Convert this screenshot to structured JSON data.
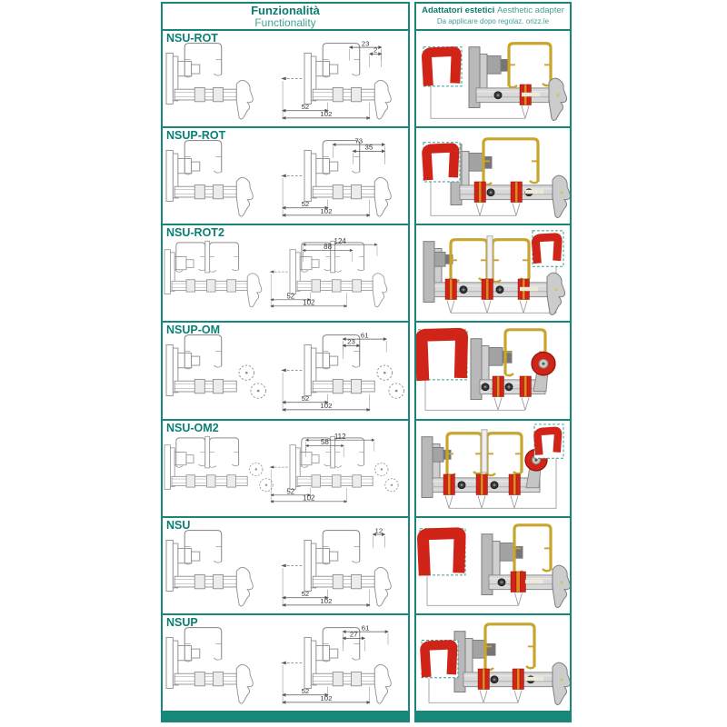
{
  "header": {
    "functionality_title": "Funzionalità",
    "functionality_subtitle": "Functionality",
    "adapter_title_it": "Adattatori estetici",
    "adapter_title_en": "Aesthetic adapter",
    "adapter_subtitle": "Da applicare dopo regolaz. orizz.le"
  },
  "colors": {
    "teal": "#17877a",
    "red": "#cf2417",
    "orange": "#e8851f",
    "yellow": "#c7a52e",
    "line_gray": "#8f8f8f"
  },
  "rows": [
    {
      "label": "NSU-ROT",
      "dims_top": [
        "23",
        "2"
      ],
      "dims_bottom": [
        "52",
        "102"
      ]
    },
    {
      "label": "NSUP-ROT",
      "dims_top": [
        "73",
        "35"
      ],
      "dims_bottom": [
        "52",
        "102"
      ]
    },
    {
      "label": "NSU-ROT2",
      "dims_top": [
        "124",
        "88"
      ],
      "dims_bottom": [
        "52",
        "102"
      ]
    },
    {
      "label": "NSUP-OM",
      "dims_top": [
        "61",
        "23"
      ],
      "dims_bottom": [
        "52",
        "102"
      ]
    },
    {
      "label": "NSU-OM2",
      "dims_top": [
        "112",
        "58"
      ],
      "dims_bottom": [
        "52",
        "102"
      ]
    },
    {
      "label": "NSU",
      "dims_top": [
        "12"
      ],
      "dims_bottom": [
        "52",
        "102"
      ]
    },
    {
      "label": "NSUP",
      "dims_top": [
        "61",
        "27"
      ],
      "dims_bottom": [
        "52",
        "102"
      ]
    }
  ]
}
